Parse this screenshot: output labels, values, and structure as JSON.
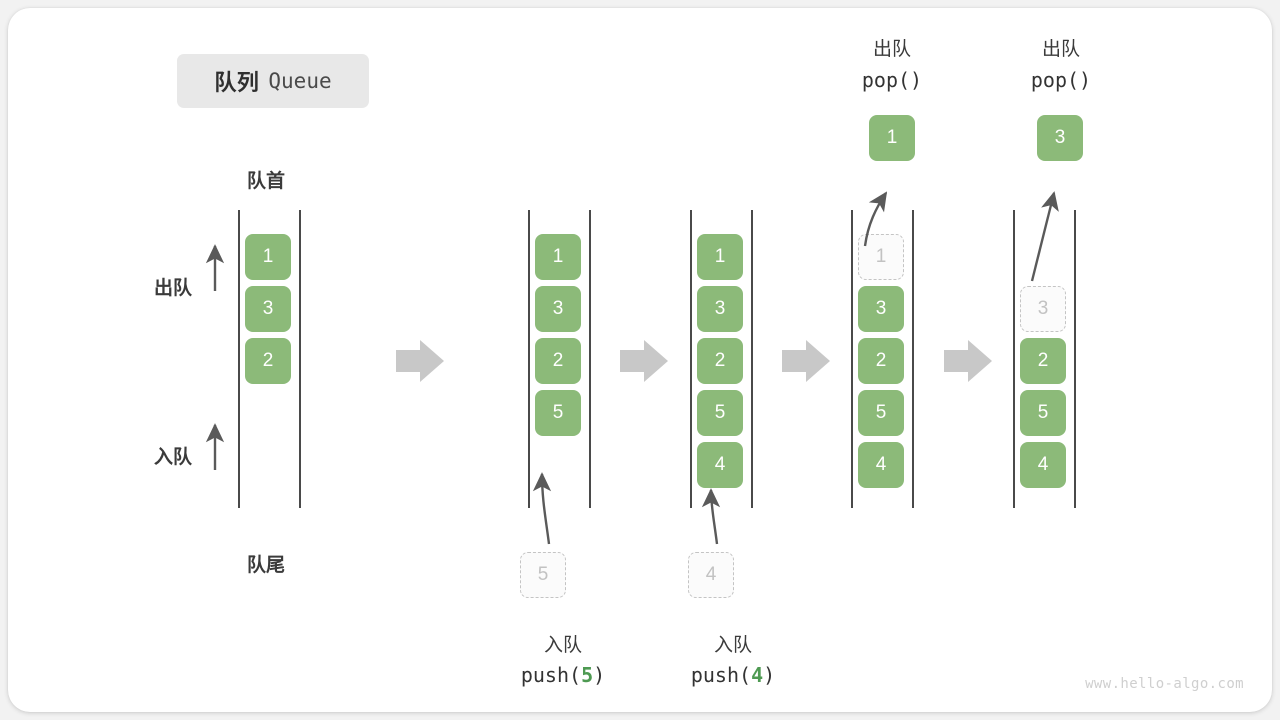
{
  "title": {
    "cn": "队列",
    "en": "Queue"
  },
  "labels": {
    "head": "队首",
    "tail": "队尾",
    "dequeue": "出队",
    "enqueue": "入队",
    "pop_cn": "出队",
    "pop_code": "pop()",
    "push_cn": "入队"
  },
  "columns": [
    {
      "id": "initial",
      "cells": [
        {
          "value": "1",
          "state": "solid"
        },
        {
          "value": "3",
          "state": "solid"
        },
        {
          "value": "2",
          "state": "solid"
        }
      ]
    },
    {
      "id": "after-push-5",
      "cells": [
        {
          "value": "1",
          "state": "solid"
        },
        {
          "value": "3",
          "state": "solid"
        },
        {
          "value": "2",
          "state": "solid"
        },
        {
          "value": "5",
          "state": "solid"
        }
      ],
      "incoming": {
        "value": "5",
        "state": "ghost"
      },
      "caption_cn": "入队",
      "caption_code_pre": "push(",
      "caption_code_arg": "5",
      "caption_code_post": ")"
    },
    {
      "id": "after-push-4",
      "cells": [
        {
          "value": "1",
          "state": "solid"
        },
        {
          "value": "3",
          "state": "solid"
        },
        {
          "value": "2",
          "state": "solid"
        },
        {
          "value": "5",
          "state": "solid"
        },
        {
          "value": "4",
          "state": "solid"
        }
      ],
      "incoming": {
        "value": "4",
        "state": "ghost"
      },
      "caption_cn": "入队",
      "caption_code_pre": "push(",
      "caption_code_arg": "4",
      "caption_code_post": ")"
    },
    {
      "id": "after-pop-1",
      "cells": [
        {
          "value": "1",
          "state": "ghost"
        },
        {
          "value": "3",
          "state": "solid"
        },
        {
          "value": "2",
          "state": "solid"
        },
        {
          "value": "5",
          "state": "solid"
        },
        {
          "value": "4",
          "state": "solid"
        }
      ],
      "popped": {
        "value": "1",
        "state": "solid"
      },
      "header_cn": "出队",
      "header_code": "pop()"
    },
    {
      "id": "after-pop-3",
      "cells": [
        {
          "value": "3",
          "state": "ghost"
        },
        {
          "value": "2",
          "state": "solid"
        },
        {
          "value": "5",
          "state": "solid"
        },
        {
          "value": "4",
          "state": "solid"
        }
      ],
      "popped": {
        "value": "3",
        "state": "solid"
      },
      "header_cn": "出队",
      "header_code": "pop()"
    }
  ],
  "watermark": "www.hello-algo.com",
  "colors": {
    "cell_fill": "#8cba79",
    "ghost_border": "#c4c4c4",
    "ghost_text": "#c2c2c2",
    "rail": "#4a4a4a",
    "step_arrow": "#c8c8c8",
    "accent_green": "#4e9a52",
    "card_bg": "#ffffff",
    "page_bg": "#f2f2f2"
  }
}
